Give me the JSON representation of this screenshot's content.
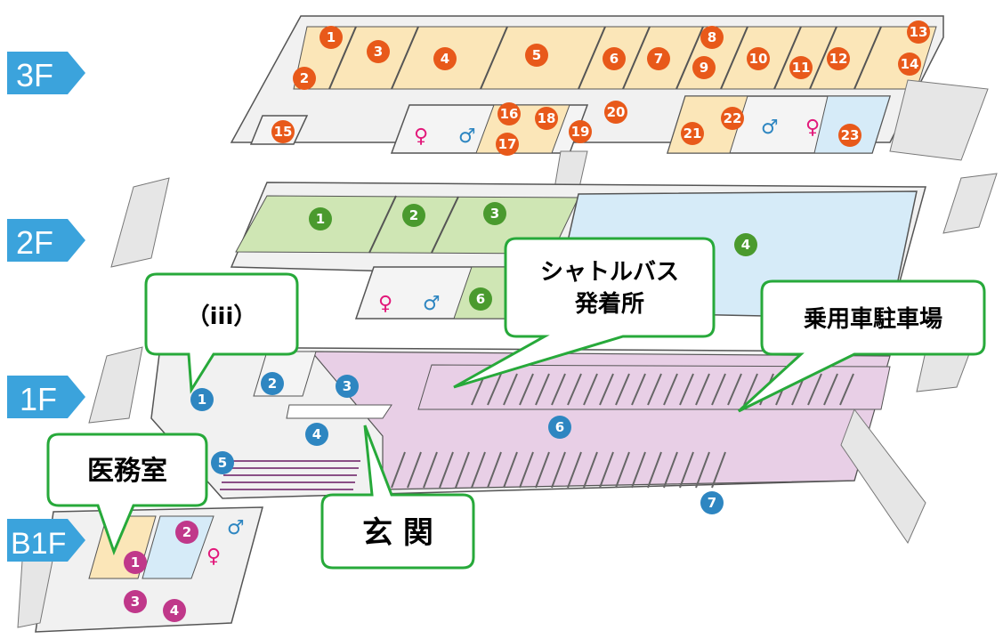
{
  "floors": [
    {
      "label": "3F",
      "marker_color": "#e8591a",
      "numbers": [
        "1",
        "2",
        "3",
        "4",
        "5",
        "6",
        "7",
        "8",
        "9",
        "10",
        "11",
        "12",
        "13",
        "14",
        "15",
        "16",
        "17",
        "18",
        "19",
        "20",
        "21",
        "22",
        "23"
      ]
    },
    {
      "label": "2F",
      "marker_color": "#4a9a2e",
      "numbers": [
        "1",
        "2",
        "3",
        "4",
        "6"
      ]
    },
    {
      "label": "1F",
      "marker_color": "#2e86c1",
      "numbers": [
        "1",
        "2",
        "3",
        "4",
        "5",
        "6",
        "7"
      ]
    },
    {
      "label": "B1F",
      "marker_color": "#c0388a",
      "numbers": [
        "1",
        "2",
        "3",
        "4"
      ]
    }
  ],
  "callouts": {
    "iii": "（iii）",
    "shuttle_line1": "シャトルバス",
    "shuttle_line2": "発着所",
    "parking": "乗用車駐車場",
    "medical": "医務室",
    "entrance": "玄 関"
  },
  "colors": {
    "floor_tab": "#3ba3dc",
    "orange_rooms": "#fbe6b8",
    "green_rooms": "#cfe6b4",
    "blue_rooms": "#d6ebf8",
    "pink_area": "#e8cfe6",
    "callout_border": "#27a93a",
    "outline": "#555555"
  }
}
